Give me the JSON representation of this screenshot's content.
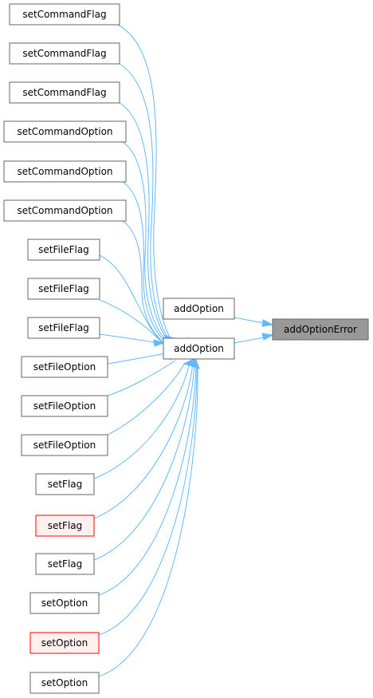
{
  "diagram": {
    "target": {
      "label": "addOptionError"
    },
    "callers": [
      {
        "label": "addOption"
      },
      {
        "label": "addOption"
      }
    ],
    "sources": [
      {
        "label": "setCommandFlag"
      },
      {
        "label": "setCommandFlag"
      },
      {
        "label": "setCommandFlag"
      },
      {
        "label": "setCommandOption"
      },
      {
        "label": "setCommandOption"
      },
      {
        "label": "setCommandOption"
      },
      {
        "label": "setFileFlag"
      },
      {
        "label": "setFileFlag"
      },
      {
        "label": "setFileFlag"
      },
      {
        "label": "setFileOption"
      },
      {
        "label": "setFileOption"
      },
      {
        "label": "setFileOption"
      },
      {
        "label": "setFlag"
      },
      {
        "label": "setFlag",
        "highlighted": true
      },
      {
        "label": "setFlag"
      },
      {
        "label": "setOption"
      },
      {
        "label": "setOption",
        "highlighted": true
      },
      {
        "label": "setOption"
      }
    ],
    "colors": {
      "edge": "#63b8ff",
      "node_border": "#666666",
      "highlight_border": "#ff0000",
      "highlight_fill": "#fff0f0",
      "target_fill": "#999999"
    }
  }
}
